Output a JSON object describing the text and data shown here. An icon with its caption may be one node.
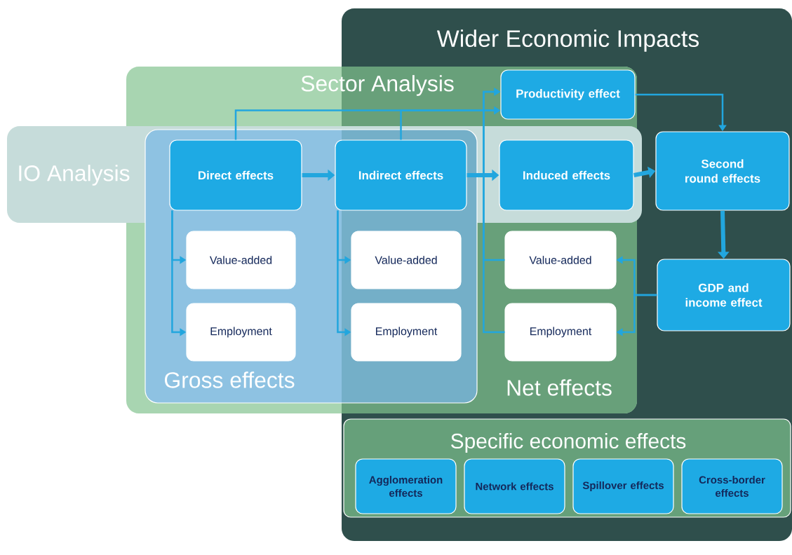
{
  "diagram": {
    "nodes": [
      {
        "text": [
          "Wider Economic Impacts"
        ]
      },
      {
        "text": [
          "Sector Analysis"
        ]
      },
      {
        "text": [
          "Gross effects"
        ],
        "in": 1
      },
      {
        "text": [
          "Productivity effect"
        ]
      },
      {
        "text": [
          "Direct effects"
        ],
        "in": 2
      },
      {
        "text": [
          "Indirect effects"
        ]
      },
      {
        "text": [
          "Induced effects"
        ]
      },
      {
        "text": [
          "Second round effects"
        ],
        "in": 0
      },
      {
        "text": [
          "Value-added"
        ],
        "in": 2
      },
      {
        "text": [
          "Value-added"
        ]
      },
      {
        "text": [
          "Value-added"
        ]
      },
      {
        "text": [
          "GDP and income effect"
        ],
        "in": 0
      },
      {
        "text": [
          "Employment"
        ],
        "in": 2
      },
      {
        "text": [
          "Employment"
        ]
      },
      {
        "text": [
          "Employment"
        ]
      },
      {
        "text": [
          "Specific economic effects"
        ],
        "in": 0
      },
      {
        "text": [
          "Agglomeration effects"
        ],
        "in": 15
      },
      {
        "text": [
          "Network effects"
        ],
        "in": 15
      },
      {
        "text": [
          "Spillover effects"
        ],
        "in": 15
      },
      {
        "text": [
          "Cross-border effects"
        ],
        "in": 15
      }
    ],
    "edges": [
      {
        "from": 4,
        "to": 5,
        "arrow": "to",
        "style": "thick"
      },
      {
        "from": 5,
        "to": 6,
        "arrow": "to",
        "style": "thick"
      },
      {
        "from": 6,
        "to": 7,
        "arrow": "to",
        "style": "thick"
      },
      {
        "from": 7,
        "to": 11,
        "arrow": "to",
        "style": "thick"
      },
      {
        "from": 4,
        "to": 3,
        "arrow": "to"
      },
      {
        "from": 5,
        "to": 3,
        "arrow": "to"
      },
      {
        "from": 10,
        "to": 3,
        "arrow": "to"
      },
      {
        "from": 14,
        "to": 3,
        "arrow": "to"
      },
      {
        "from": 3,
        "to": 7,
        "arrow": "to"
      },
      {
        "from": 4,
        "to": 8,
        "arrow": "to"
      },
      {
        "from": 4,
        "to": 12,
        "arrow": "to"
      },
      {
        "from": 5,
        "to": 9,
        "arrow": "to"
      },
      {
        "from": 5,
        "to": 13,
        "arrow": "to"
      },
      {
        "from": 11,
        "to": 10,
        "arrow": "to"
      },
      {
        "from": 11,
        "to": 14,
        "arrow": "to"
      }
    ],
    "labels": [
      "IO Analysis",
      "Net effects"
    ]
  }
}
